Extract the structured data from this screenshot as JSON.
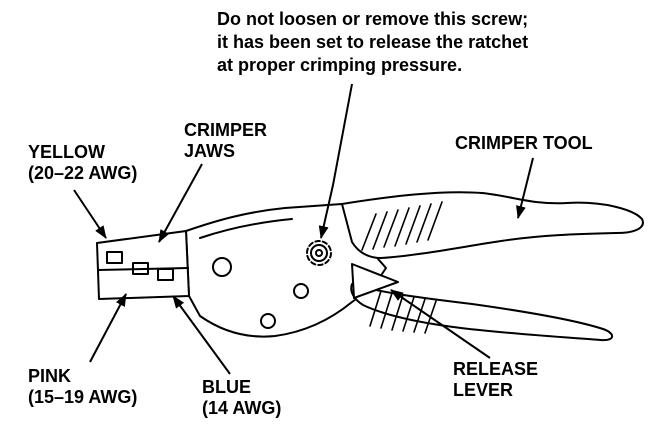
{
  "colors": {
    "ink": "#000000",
    "background": "#ffffff"
  },
  "diagram": {
    "note": {
      "line1": "Do not loosen or remove this screw;",
      "line2": "it has been set to release the ratchet",
      "line3": "at proper crimping pressure."
    },
    "labels": {
      "yellow": {
        "title": "YELLOW",
        "detail": "(20–22 AWG)"
      },
      "crimper_jaws": {
        "title": "CRIMPER",
        "detail": "JAWS"
      },
      "crimper_tool": {
        "title": "CRIMPER TOOL"
      },
      "pink": {
        "title": "PINK",
        "detail": "(15–19 AWG)"
      },
      "blue": {
        "title": "BLUE",
        "detail": "(14 AWG)"
      },
      "release_lever": {
        "title": "RELEASE",
        "detail": "LEVER"
      }
    }
  }
}
